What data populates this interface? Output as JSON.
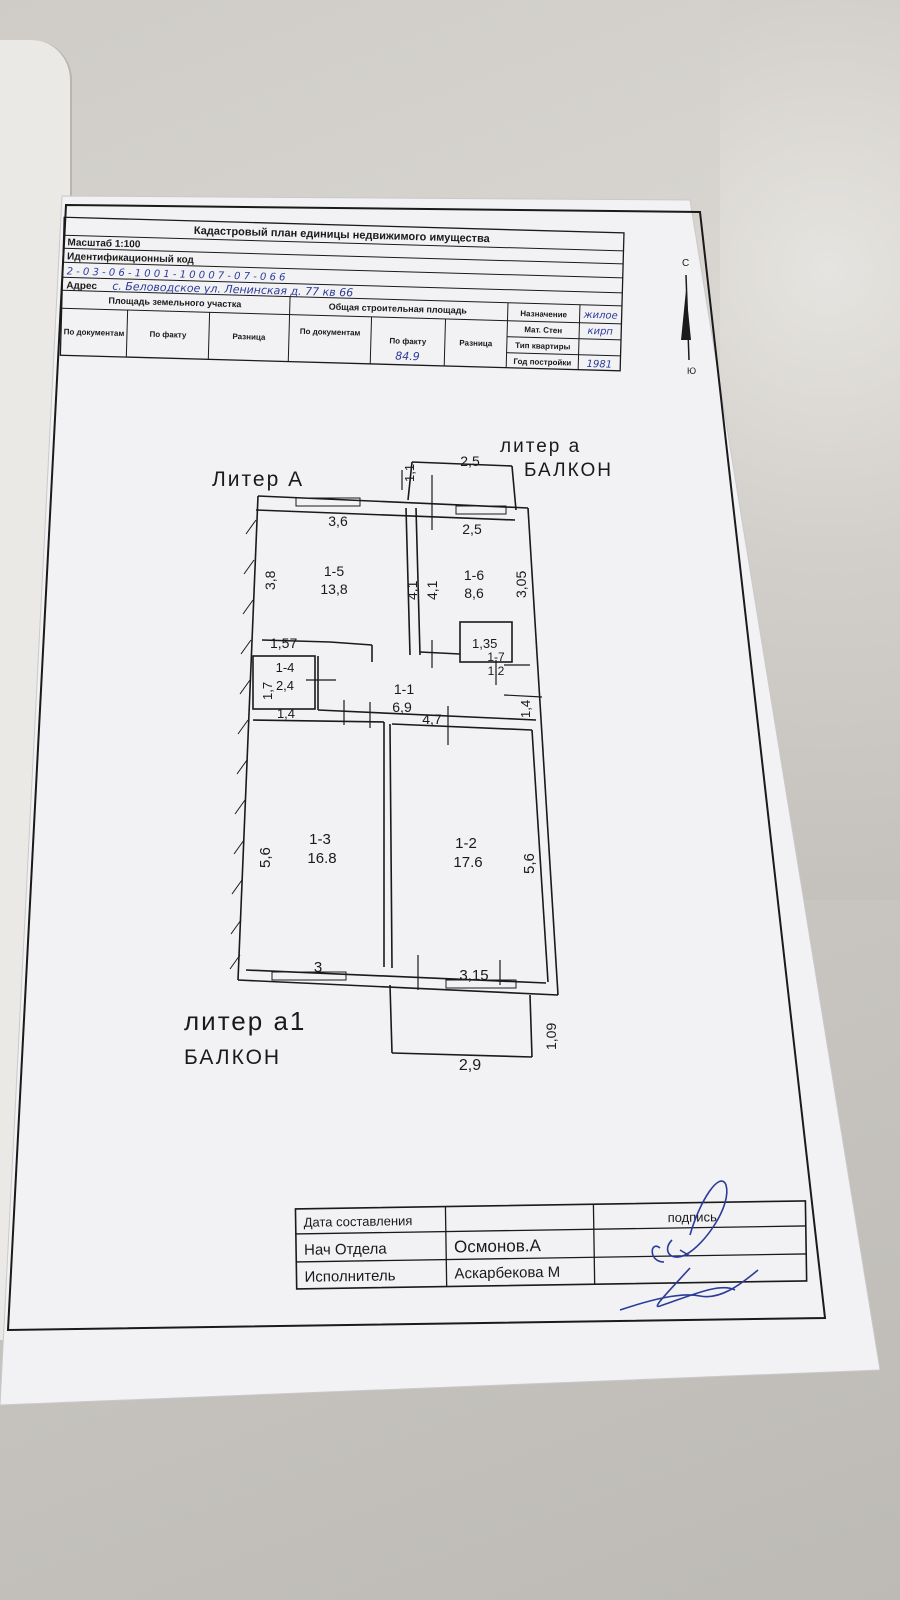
{
  "header": {
    "title": "Кадастровый план единицы недвижимого имущества",
    "scale": "Масштаб 1:100",
    "id_code_label": "Идентификационный код",
    "id_code_value": "2 - 0 3 - 0 6 - 1 0 0 1 - 1 0 0 0 7 - 0 7 - 0 6 6",
    "address_label": "Адрес",
    "address_value": "с. Беловодское ул. Ленинская д. 77 кв 66",
    "land_area_label": "Площадь земельного участка",
    "build_area_label": "Общая строительная площадь",
    "col_by_docs": "По документам",
    "col_by_fact": "По факту",
    "col_diff": "Разница",
    "build_by_fact_value": "84.9",
    "purpose_label": "Назначение",
    "purpose_value": "жилое",
    "wall_label": "Мат. Стен",
    "wall_value": "кирп",
    "apt_type_label": "Тип квартиры",
    "year_label": "Год постройки",
    "year_value": "1981"
  },
  "compass": {
    "north": "С",
    "south": "Ю"
  },
  "plan": {
    "liter_main": "Литер А",
    "liter_a": "литер а",
    "liter_a_sub": "БАЛКОН",
    "liter_a1": "литер а1",
    "liter_a1_sub": "БАЛКОН",
    "rooms": [
      {
        "id": "1-5",
        "area": "13,8"
      },
      {
        "id": "1-6",
        "area": "8,6"
      },
      {
        "id": "1-4",
        "area": "2,4"
      },
      {
        "id": "1-1",
        "area": "6,9"
      },
      {
        "id": "1-7",
        "area": "1,2"
      },
      {
        "id": "1-3",
        "area": "16.8"
      },
      {
        "id": "1-2",
        "area": "17.6"
      }
    ],
    "dims": {
      "balcony_top_width": "2,5",
      "balcony_top_depth": "1,1",
      "room15_width": "3,6",
      "room16_width": "2,5",
      "room15_height": "3,8",
      "room15_right": "4,1",
      "room16_left": "4,1",
      "room16_height": "3,05",
      "hall_w157": "1,57",
      "room17_w": "1,35",
      "room14_h": "1,7",
      "room14_w": "1,4",
      "hall_w": "4,7",
      "hall_h": "1,4",
      "room13_h": "5,6",
      "room12_h": "5,6",
      "room13_w": "3",
      "room12_w": "3,15",
      "balcony_bottom_depth": "1,09",
      "balcony_bottom_width": "2,9"
    }
  },
  "signatures": {
    "date_label": "Дата составления",
    "sign_label": "подпись",
    "head_label": "Нач Отдела",
    "head_name": "Осмонов.А",
    "exec_label": "Исполнитель",
    "exec_name": "Аскарбекова М"
  },
  "colors": {
    "paper": "#f2f2f4",
    "ink": "#1a1a1a",
    "pen": "#2b3b9a"
  }
}
